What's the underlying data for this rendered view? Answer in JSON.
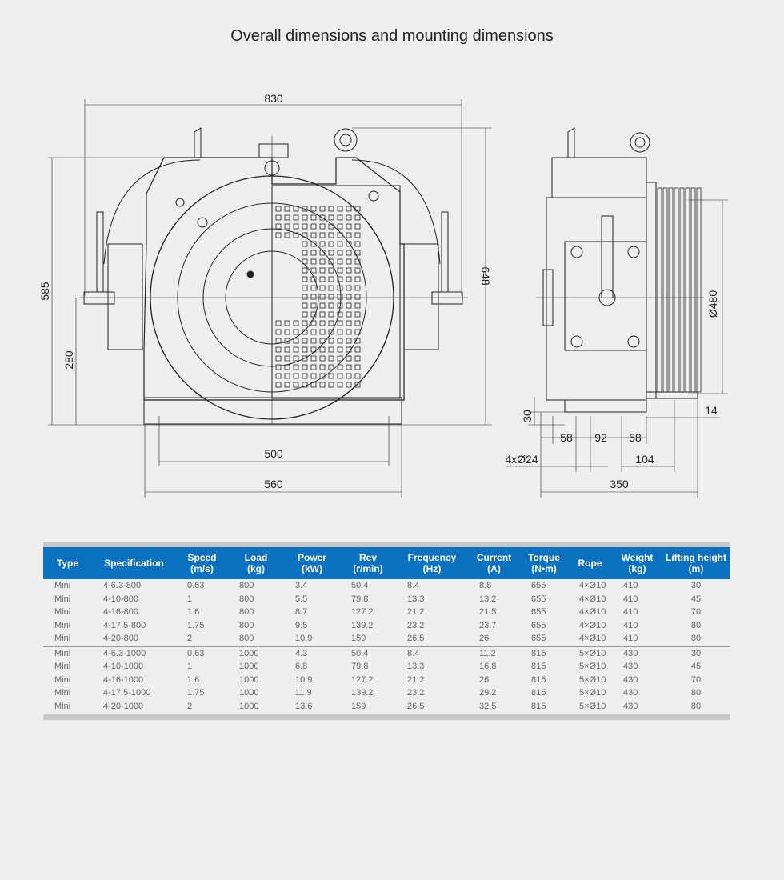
{
  "title": "Overall dimensions and mounting dimensions",
  "drawing": {
    "front_view": {
      "width_830": "830",
      "height_585": "585",
      "height_280": "280",
      "height_648": "648",
      "width_500": "500",
      "width_560": "560"
    },
    "side_view": {
      "depth_350": "350",
      "dim_104": "104",
      "holes": "4xØ24",
      "dim_58a": "58",
      "dim_92": "92",
      "dim_58b": "58",
      "dim_30": "30",
      "dim_14": "14",
      "diameter": "Ø480"
    }
  },
  "table": {
    "headers": [
      [
        "Type",
        ""
      ],
      [
        "Specification",
        ""
      ],
      [
        "Speed",
        "(m/s)"
      ],
      [
        "Load",
        "(kg)"
      ],
      [
        "Power",
        "(kW)"
      ],
      [
        "Rev",
        "(r/min)"
      ],
      [
        "Frequency",
        "(Hz)"
      ],
      [
        "Current",
        "(A)"
      ],
      [
        "Torque",
        "(N•m)"
      ],
      [
        "Rope",
        ""
      ],
      [
        "Weight",
        "(kg)"
      ],
      [
        "Lifting height",
        "(m)"
      ]
    ],
    "rows": [
      [
        "Mini",
        "4-6.3-800",
        "0.63",
        "800",
        "3.4",
        "50.4",
        "8.4",
        "8.8",
        "655",
        "4×Ø10",
        "410",
        "30"
      ],
      [
        "Mini",
        "4-10-800",
        "1",
        "800",
        "5.5",
        "79.8",
        "13.3",
        "13.2",
        "655",
        "4×Ø10",
        "410",
        "45"
      ],
      [
        "Mini",
        "4-16-800",
        "1.6",
        "800",
        "8.7",
        "127.2",
        "21.2",
        "21.5",
        "655",
        "4×Ø10",
        "410",
        "70"
      ],
      [
        "Mini",
        "4-17.5-800",
        "1.75",
        "800",
        "9.5",
        "139.2",
        "23.2",
        "23.7",
        "655",
        "4×Ø10",
        "410",
        "80"
      ],
      [
        "Mini",
        "4-20-800",
        "2",
        "800",
        "10.9",
        "159",
        "26.5",
        "26",
        "655",
        "4×Ø10",
        "410",
        "80"
      ],
      [
        "Mini",
        "4-6.3-1000",
        "0.63",
        "1000",
        "4.3",
        "50.4",
        "8.4",
        "11.2",
        "815",
        "5×Ø10",
        "430",
        "30"
      ],
      [
        "Mini",
        "4-10-1000",
        "1",
        "1000",
        "6.8",
        "79.8",
        "13.3",
        "16.8",
        "815",
        "5×Ø10",
        "430",
        "45"
      ],
      [
        "Mini",
        "4-16-1000",
        "1.6",
        "1000",
        "10.9",
        "127.2",
        "21.2",
        "26",
        "815",
        "5×Ø10",
        "430",
        "70"
      ],
      [
        "Mini",
        "4-17.5-1000",
        "1.75",
        "1000",
        "11.9",
        "139.2",
        "23.2",
        "29.2",
        "815",
        "5×Ø10",
        "430",
        "80"
      ],
      [
        "Mini",
        "4-20-1000",
        "2",
        "1000",
        "13.6",
        "159",
        "26.5",
        "32.5",
        "815",
        "5×Ø10",
        "430",
        "80"
      ]
    ]
  },
  "colors": {
    "header_bg": "#0a70c0",
    "background": "#efefef"
  }
}
